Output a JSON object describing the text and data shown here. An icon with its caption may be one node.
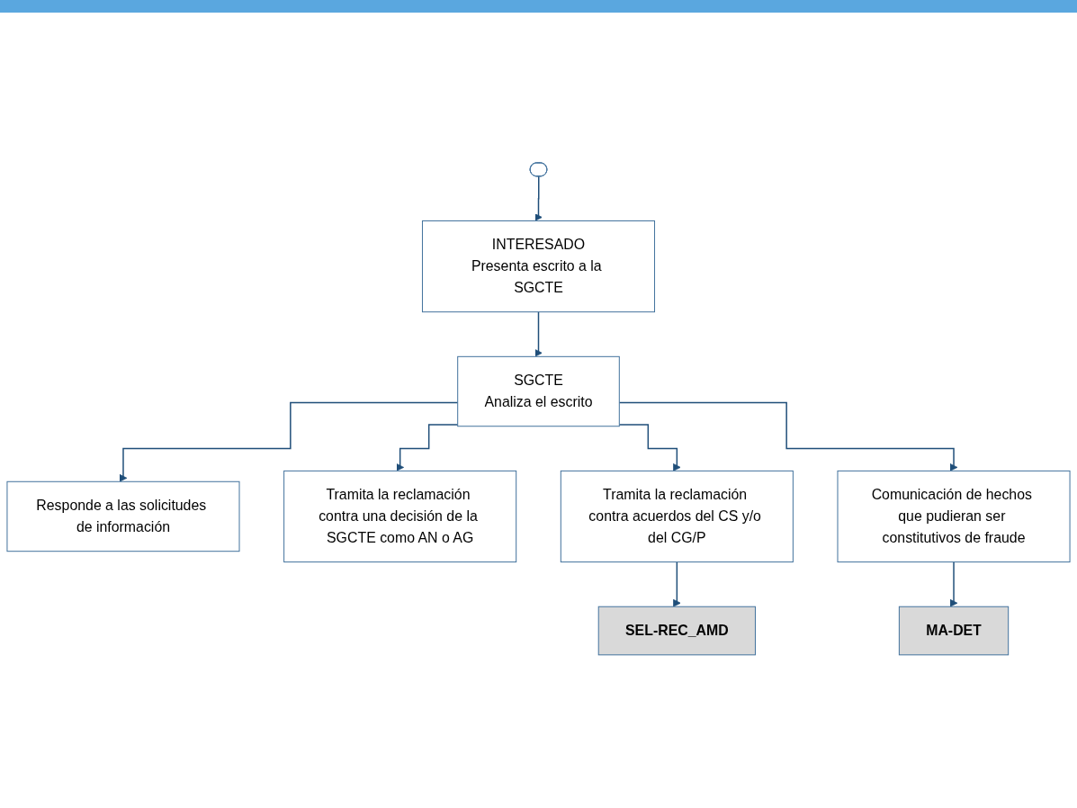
{
  "diagram": {
    "nodes": [
      {
        "text": [],
        "shape": "box"
      },
      {
        "text": [
          "INTERESADO",
          "Presenta escrito a la SGCTE"
        ]
      },
      {
        "text": [
          "SGCTE",
          "Analiza el escrito"
        ]
      },
      {
        "text": [
          "Responde a las solicitudes de información"
        ]
      },
      {
        "text": [
          "Tramita la reclamación contra una decisión de la SGCTE como AN o AG"
        ]
      },
      {
        "text": [
          "Tramita la reclamación contra acuerdos del CS y/o del CG/P"
        ]
      },
      {
        "text": [
          "SEL-REC_AMD"
        ]
      },
      {
        "text": [
          "Comunicación de hechos que pudieran ser constitutivos de fraude"
        ]
      },
      {
        "text": [
          "MA-DET"
        ]
      }
    ],
    "edges": [
      {
        "from": 0,
        "to": 1,
        "arrow": "to"
      },
      {
        "from": 1,
        "to": 2,
        "arrow": "to"
      },
      {
        "from": 2,
        "to": 3,
        "arrow": "to"
      },
      {
        "from": 2,
        "to": 4,
        "arrow": "to"
      },
      {
        "from": 2,
        "to": 5,
        "arrow": "to"
      },
      {
        "from": 2,
        "to": 7,
        "arrow": "to"
      },
      {
        "from": 5,
        "to": 6,
        "arrow": "to"
      },
      {
        "from": 7,
        "to": 8,
        "arrow": "to"
      }
    ]
  }
}
